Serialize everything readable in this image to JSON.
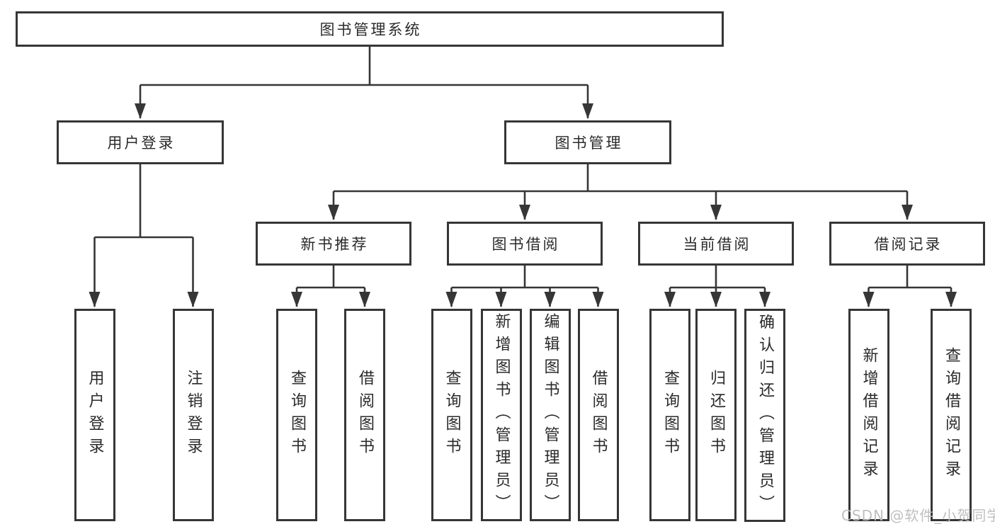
{
  "diagram": {
    "tree": {
      "label": "图书管理系统",
      "children": [
        {
          "label": "用户登录",
          "children": [
            {
              "label": "用户登录"
            },
            {
              "label": "注销登录"
            }
          ]
        },
        {
          "label": "图书管理",
          "children": [
            {
              "label": "新书推荐",
              "children": [
                {
                  "label": "查询图书"
                },
                {
                  "label": "借阅图书"
                }
              ]
            },
            {
              "label": "图书借阅",
              "children": [
                {
                  "label": "查询图书"
                },
                {
                  "label": "新增图书（管理员）"
                },
                {
                  "label": "编辑图书（管理员）"
                },
                {
                  "label": "借阅图书"
                }
              ]
            },
            {
              "label": "当前借阅",
              "children": [
                {
                  "label": "查询图书"
                },
                {
                  "label": "归还图书"
                },
                {
                  "label": "确认归还（管理员）"
                }
              ]
            },
            {
              "label": "借阅记录",
              "children": [
                {
                  "label": "新增借阅记录"
                },
                {
                  "label": "查询借阅记录"
                }
              ]
            }
          ]
        }
      ]
    },
    "colors": {
      "line": "#363636",
      "box_border": "#363636",
      "text": "#2a2a2a",
      "watermark": "#bcbcbc",
      "background": "#ffffff"
    }
  },
  "watermark": {
    "text": "CSDN @软件_小贺同学"
  }
}
